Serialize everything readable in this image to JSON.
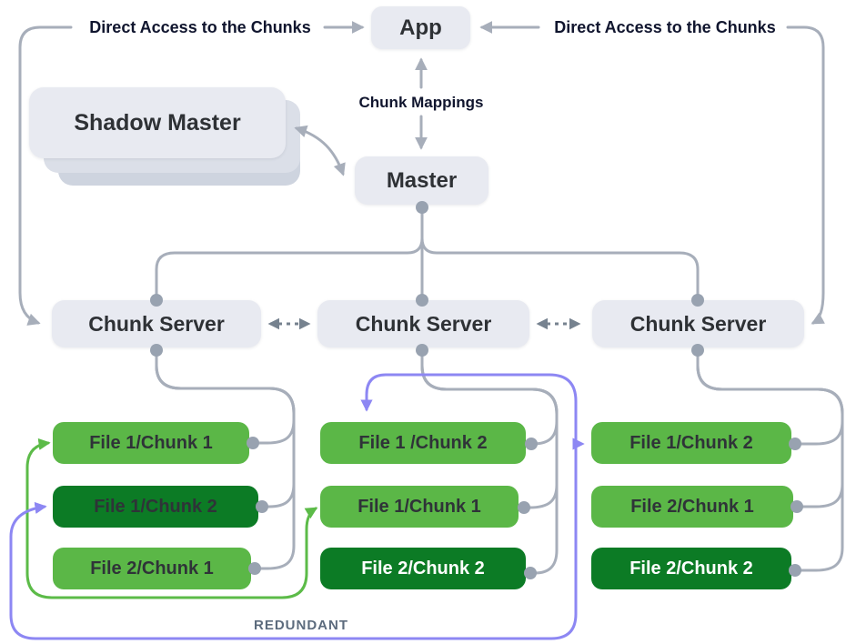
{
  "nodes": {
    "app": "App",
    "master": "Master",
    "shadow_master": "Shadow Master"
  },
  "servers": [
    {
      "label": "Chunk Server"
    },
    {
      "label": "Chunk Server"
    },
    {
      "label": "Chunk Server"
    }
  ],
  "columns": [
    {
      "chunks": [
        {
          "label": "File 1/Chunk 1",
          "variant": "light"
        },
        {
          "label": "File 1/Chunk 2",
          "variant": "dark-darktext"
        },
        {
          "label": "File 2/Chunk 1",
          "variant": "light"
        }
      ]
    },
    {
      "chunks": [
        {
          "label": "File 1 /Chunk 2",
          "variant": "light"
        },
        {
          "label": "File 1/Chunk 1",
          "variant": "light"
        },
        {
          "label": "File 2/Chunk 2",
          "variant": "dark"
        }
      ]
    },
    {
      "chunks": [
        {
          "label": "File 1/Chunk 2",
          "variant": "light"
        },
        {
          "label": "File 2/Chunk 1",
          "variant": "light"
        },
        {
          "label": "File 2/Chunk 2",
          "variant": "dark"
        }
      ]
    }
  ],
  "labels": {
    "direct_access_left": "Direct Access to the Chunks",
    "direct_access_right": "Direct Access to the Chunks",
    "chunk_mappings": "Chunk Mappings",
    "redundant": "REDUNDANT"
  },
  "edges": {
    "app_master": "bidirectional",
    "shadow_master_master": "bidirectional",
    "server_to_server": "dashed bidirectional",
    "redundant_chain": "File 1/Chunk 2 replicas",
    "green_chain": "File 1/Chunk 1 replicas"
  },
  "colors": {
    "node_fill": "#e8eaf1",
    "node_text": "#2e3135",
    "chunk_light": "#5bb747",
    "chunk_dark": "#0c7b25",
    "line_gray": "#a7aeba",
    "dot_gray": "#98a2b0",
    "dashed_gray": "#76828f",
    "line_green": "#5cbb48",
    "line_purple": "#8d87f3",
    "label_navy": "#10152e",
    "redundant_text": "#5c6b7d"
  }
}
